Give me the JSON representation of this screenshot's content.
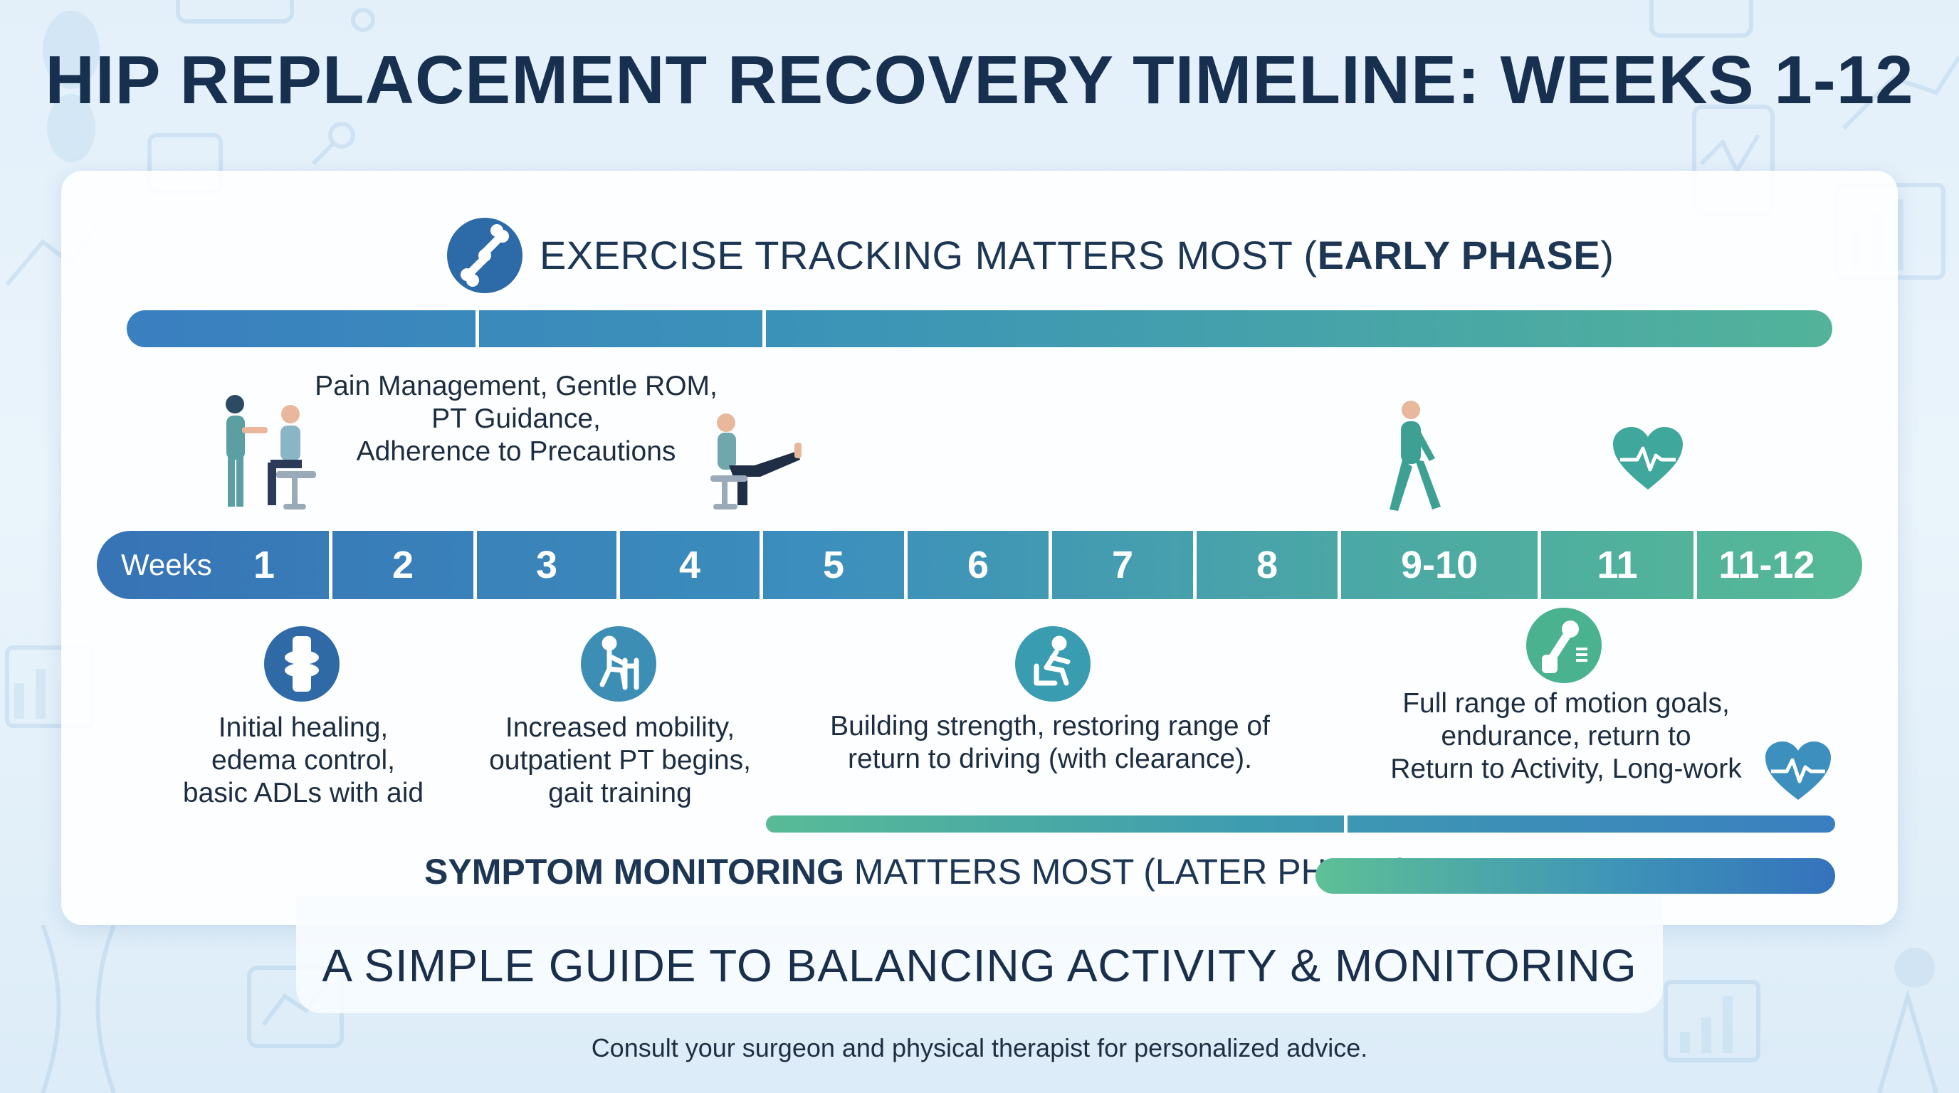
{
  "title": "HIP REPLACEMENT RECOVERY TIMELINE: WEEKS 1-12",
  "early_phase": {
    "prefix": "EXERCISE TRACKING MATTERS MOST (",
    "emphasis": "EARLY PHASE",
    "suffix": ")",
    "icon": "joint-icon"
  },
  "upper_notes": {
    "line1": "Pain Management, Gentle ROM,",
    "line2": "PT Guidance,",
    "line3": "Adherence to Precautions"
  },
  "timeline": {
    "label": "Weeks",
    "segments": [
      "1",
      "2",
      "3",
      "4",
      "5",
      "6",
      "7",
      "8",
      "9-10",
      "11",
      "11-12"
    ]
  },
  "milestones": [
    {
      "icon": "knee-joint-icon",
      "lines": [
        "Initial healing,",
        "edema control,",
        "basic ADLs with aid"
      ]
    },
    {
      "icon": "walker-person-icon",
      "lines": [
        "Increased mobility,",
        "outpatient PT begins,",
        "gait training"
      ]
    },
    {
      "icon": "driving-person-icon",
      "lines": [
        "Building strength, restoring range of",
        "return to driving (with clearance)."
      ]
    },
    {
      "icon": "hip-joint-icon",
      "lines": [
        "Full range of motion goals,",
        "endurance, return to",
        "Return to Activity, Long-work"
      ]
    }
  ],
  "late_phase": {
    "emphasis": "SYMPTOM MONITORING",
    "suffix": " MATTERS MOST (LATER PHASE)"
  },
  "subtitle": "A SIMPLE GUIDE TO BALANCING ACTIVITY & MONITORING",
  "footer": "Consult your surgeon and physical therapist for personalized advice.",
  "colors": {
    "navy": "#17304f",
    "blue": "#3773b6",
    "teal": "#3b93b8",
    "green": "#56b995",
    "heart": "#3fa79b"
  }
}
